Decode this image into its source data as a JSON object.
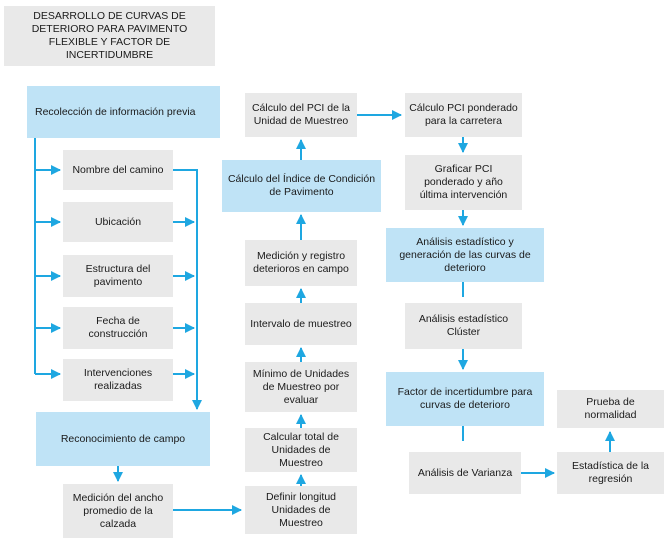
{
  "title": "DESARROLLO DE CURVAS DE DETERIORO PARA PAVIMENTO FLEXIBLE Y FACTOR DE INCERTIDUMBRE",
  "left": {
    "recoleccion": "Recolección de información previa",
    "nombre": "Nombre del camino",
    "ubicacion": "Ubicación",
    "estructura": "Estructura del pavimento",
    "fecha": "Fecha de construcción",
    "intervenciones": "Intervenciones realizadas",
    "reconocimiento": "Reconocimiento de campo",
    "medicion_ancho": "Medición del ancho promedio de la calzada"
  },
  "middle": {
    "calculo_pci_um": "Cálculo del PCI de la Unidad de Muestreo",
    "calculo_indice": "Cálculo del Índice de Condición de Pavimento",
    "medicion_registro": "Medición y registro deterioros en campo",
    "intervalo": "Intervalo de muestreo",
    "minimo": "Mínimo de Unidades de Muestreo por evaluar",
    "calcular_total": "Calcular total de Unidades de Muestreo",
    "definir_longitud": "Definir longitud Unidades de Muestreo"
  },
  "right": {
    "pci_ponderado": "Cálculo PCI ponderado para la carretera",
    "graficar": "Graficar PCI ponderado y año última intervención",
    "analisis_generacion": "Análisis estadístico y generación de las curvas de deterioro",
    "analisis_cluster": "Análisis estadístico Clúster",
    "factor": "Factor de incertidumbre para curvas de deterioro",
    "varianza": "Análisis de Varianza",
    "regresion": "Estadística de la regresión",
    "normalidad": "Prueba de normalidad"
  },
  "colors": {
    "arrow": "#1ea7e1",
    "box_gray": "#e9e9e9",
    "box_blue": "#bfe3f6"
  }
}
